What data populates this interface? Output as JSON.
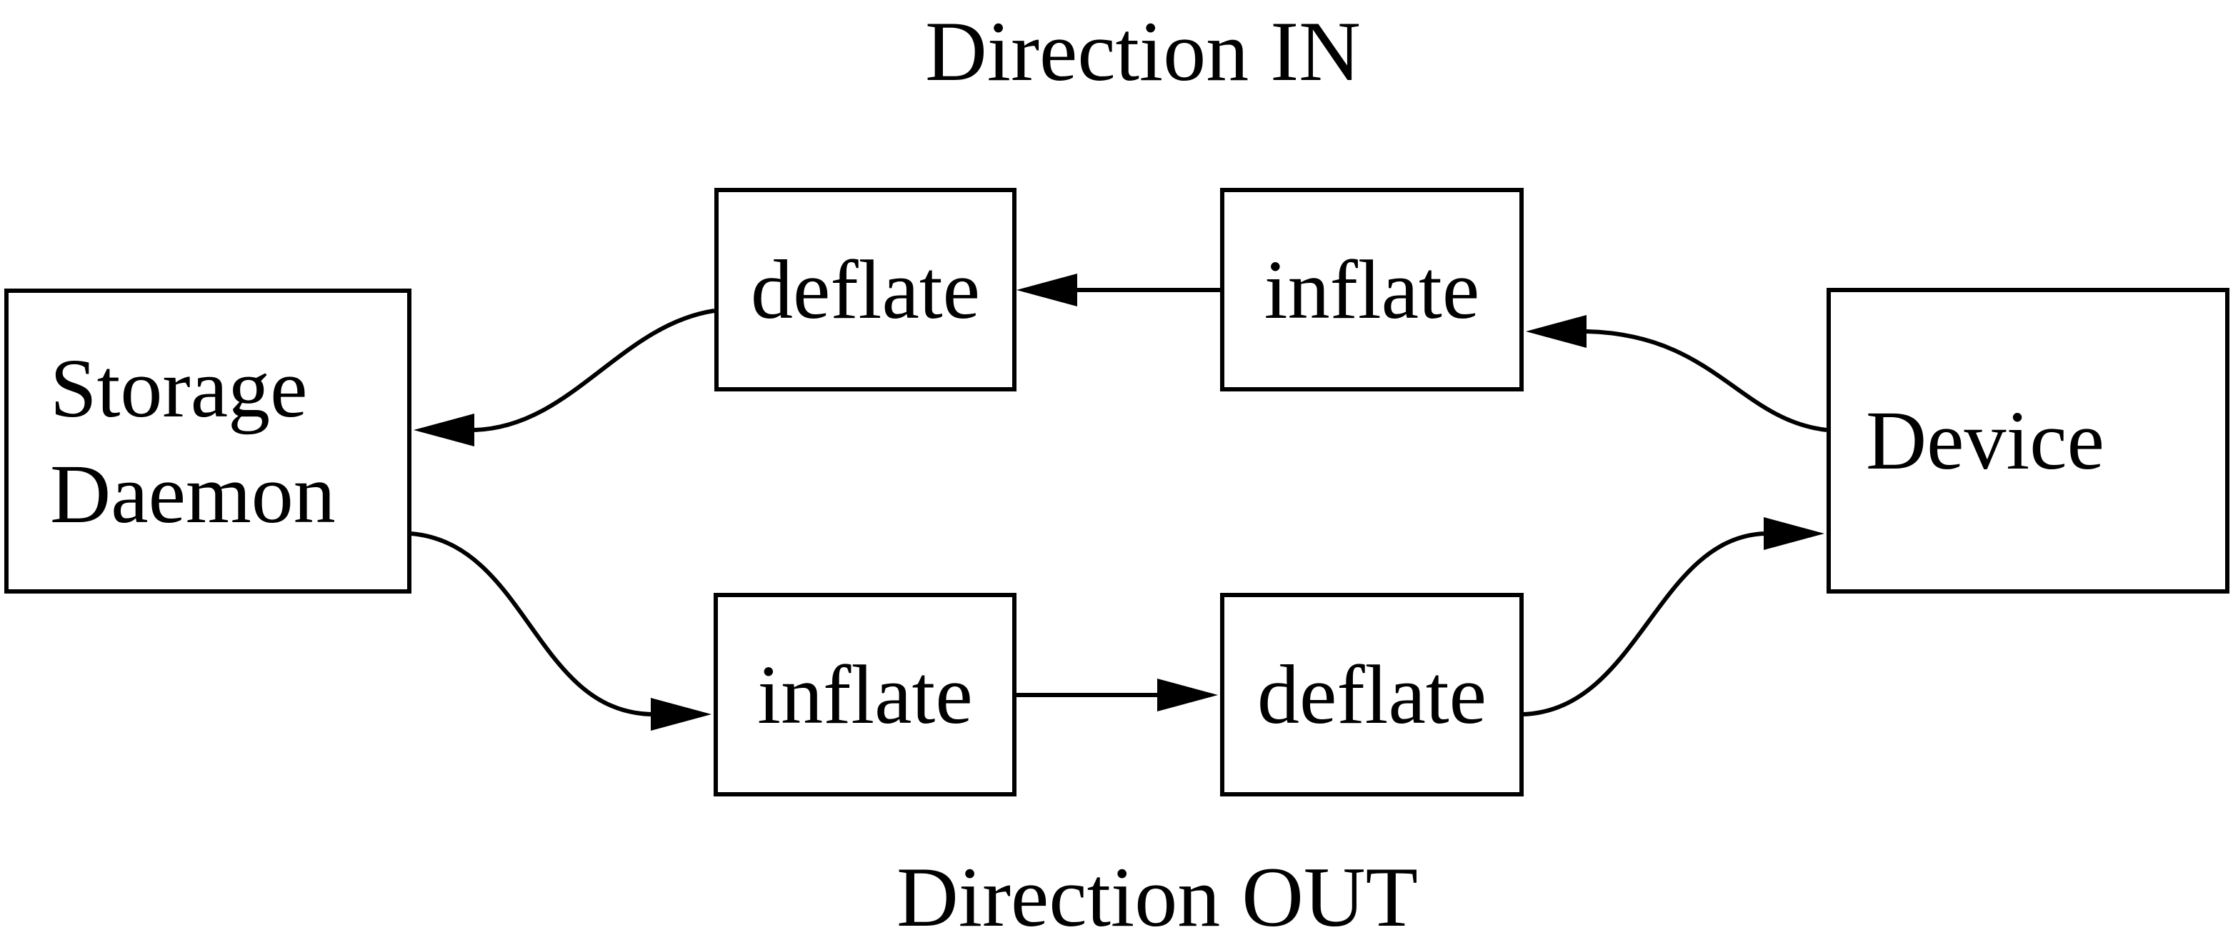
{
  "titles": {
    "direction_in": "Direction IN",
    "direction_out": "Direction OUT"
  },
  "nodes": {
    "storage_daemon": {
      "label": "Storage Daemon",
      "line1": "Storage",
      "line2": "Daemon"
    },
    "deflate_in": {
      "label": "deflate"
    },
    "inflate_in": {
      "label": "inflate"
    },
    "inflate_out": {
      "label": "inflate"
    },
    "deflate_out": {
      "label": "deflate"
    },
    "device": {
      "label": "Device"
    }
  },
  "flows": {
    "direction_in": [
      "Device",
      "inflate",
      "deflate",
      "Storage Daemon"
    ],
    "direction_out": [
      "Storage Daemon",
      "inflate",
      "deflate",
      "Device"
    ]
  },
  "colors": {
    "line": "#000000",
    "background": "#ffffff",
    "box_fill": "#ffffff"
  }
}
